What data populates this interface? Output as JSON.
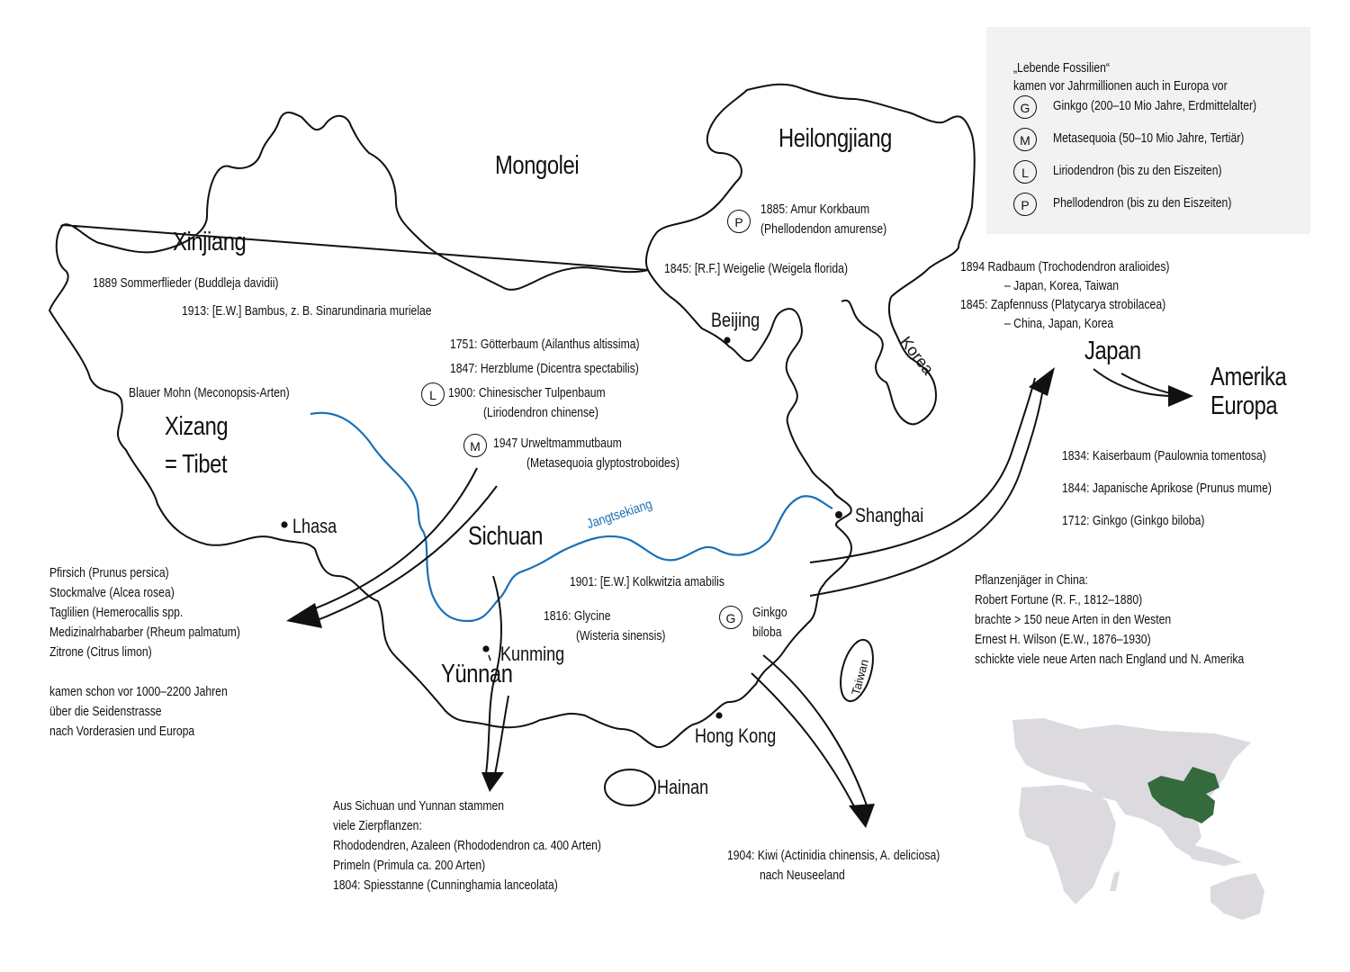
{
  "legend": {
    "title_line1": "„Lebende Fossilien“",
    "title_line2": "kamen vor Jahrmillionen auch in Europa vor",
    "items": [
      {
        "symbol": "G",
        "label": "Ginkgo (200–10 Mio Jahre, Erdmittelalter)"
      },
      {
        "symbol": "M",
        "label": "Metasequoia (50–10 Mio Jahre, Tertiär)"
      },
      {
        "symbol": "L",
        "label": "Liriodendron (bis zu den Eiszeiten)"
      },
      {
        "symbol": "P",
        "label": "Phellodendron (bis zu den Eiszeiten)"
      }
    ]
  },
  "regions": {
    "mongolei": "Mongolei",
    "heilongjiang": "Heilongjiang",
    "xinjiang": "Xinjiang",
    "xizang_1": "Xizang",
    "xizang_2": "= Tibet",
    "sichuan": "Sichuan",
    "yunnan": "Yünnan",
    "korea": "Korea",
    "taiwan": "Taiwan",
    "hainan": "Hainan",
    "japan": "Japan",
    "amerika": "Amerika",
    "europa": "Europa"
  },
  "cities": {
    "beijing": "Beijing",
    "shanghai": "Shanghai",
    "lhasa": "Lhasa",
    "kunming": "Kunming",
    "hongkong": "Hong Kong"
  },
  "river": {
    "name": "Jangtsekiang",
    "color": "#1a6fb5"
  },
  "annotations": {
    "xinjiang_1": "1889 Sommerflieder (Buddleja davidii)",
    "xinjiang_2": "1913: [E.W.] Bambus, z. B. Sinarundinaria murielae",
    "center_1": "1751: Götterbaum (Ailanthus altissima)",
    "center_2": "1847: Herzblume (Dicentra spectabilis)",
    "center_3_symbol": "L",
    "center_3a": "1900: Chinesischer Tulpenbaum",
    "center_3b": "(Liriodendron chinense)",
    "center_4_symbol": "M",
    "center_4a": "1947 Urweltmammutbaum",
    "center_4b": "(Metasequoia glyptostroboides)",
    "tibet_poppy": "Blauer Mohn (Meconopsis-Arten)",
    "heilong_symbol": "P",
    "heilong_1a": "1885: Amur Korkbaum",
    "heilong_1b": "(Phellodendon amurense)",
    "weigelie": "1845: [R.F.] Weigelie (Weigela florida)",
    "japan_1a": "1894 Radbaum (Trochodendron aralioides)",
    "japan_1b": "– Japan, Korea, Taiwan",
    "japan_2a": "1845: Zapfennuss (Platycarya strobilacea)",
    "japan_2b": "– China, Japan, Korea",
    "kolkwitzia": "1901: [E.W.] Kolkwitzia amabilis",
    "glycine_a": "1816: Glycine",
    "glycine_b": "(Wisteria sinensis)",
    "ginkgo_symbol": "G",
    "ginkgo_a": "Ginkgo",
    "ginkgo_b": "biloba",
    "west_list": [
      "Pfirsich (Prunus persica)",
      "Stockmalve (Alcea rosea)",
      "Taglilien (Hemerocallis spp.",
      "Medizinalrhabarber (Rheum palmatum)",
      "Zitrone (Citrus limon)"
    ],
    "west_note": [
      "kamen schon vor 1000–2200 Jahren",
      "über die Seidenstrasse",
      "nach Vorderasien und Europa"
    ],
    "south_list": [
      "Aus Sichuan und Yunnan stammen",
      "viele Zierpflanzen:",
      "Rhododendren, Azaleen (Rhododendron ca. 400 Arten)",
      "Primeln (Primula ca. 200 Arten)",
      "1804: Spiesstanne (Cunninghamia lanceolata)"
    ],
    "kiwi_a": "1904: Kiwi (Actinidia chinensis, A. deliciosa)",
    "kiwi_b": "nach Neuseeland",
    "europe_list": [
      "1834: Kaiserbaum (Paulownia tomentosa)",
      "1844: Japanische Aprikose (Prunus mume)",
      "1712: Ginkgo (Ginkgo biloba)"
    ],
    "hunters": [
      "Pflanzenjäger in China:",
      "Robert Fortune (R. F., 1812–1880)",
      "brachte > 150 neue Arten in den Westen",
      "Ernest H. Wilson (E.W., 1876–1930)",
      "schickte viele neue Arten nach England und N. Amerika"
    ]
  },
  "inset": {
    "highlight_color": "#356a3d",
    "land_color": "#dcdade"
  }
}
